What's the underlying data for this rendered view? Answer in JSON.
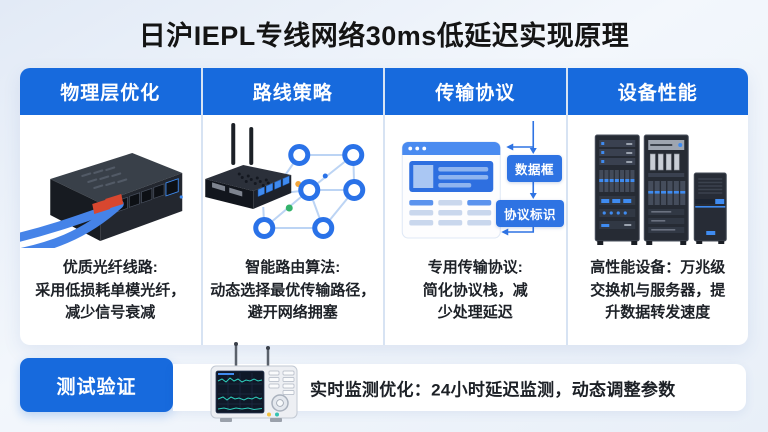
{
  "title": "日沪IEPL专线网络30ms低延迟实现原理",
  "colors": {
    "background": "#edf2f9",
    "accent_blue": "#176ADD",
    "label_blue": "#2E73E3",
    "card_white": "#FFFFFF",
    "node_blue": "#2A72E8",
    "edge_light_blue": "#BCD4F4",
    "cable_blue": "#4583E8",
    "cable_boot_red": "#D8472F",
    "trace_teal": "#2FD1BE",
    "text_dark": "#1D2127"
  },
  "sections": [
    {
      "title": "物理层优化",
      "icon": "network-switch-with-fiber-cables-icon",
      "caption": "优质光纤线路:\n采用低损耗单模光纤，\n减少信号衰减"
    },
    {
      "title": "路线策略",
      "icon": "router-with-network-topology-icon",
      "caption": "智能路由算法:\n动态选择最优传输路径，\n避开网络拥塞"
    },
    {
      "title": "传输协议",
      "icon": "browser-protocol-stack-icon",
      "labels": [
        "数据框",
        "协议标识"
      ],
      "caption": "专用传输协议:\n简化协议栈，减\n少处理延迟"
    },
    {
      "title": "设备性能",
      "icon": "server-racks-and-tower-icon",
      "caption": "高性能设备：万兆级\n交换机与服务器，提\n升数据转发速度"
    }
  ],
  "bottom": {
    "title": "测试验证",
    "icon": "network-analyzer-device-icon",
    "caption": "实时监测优化：24小时延迟监测，动态调整参数"
  }
}
